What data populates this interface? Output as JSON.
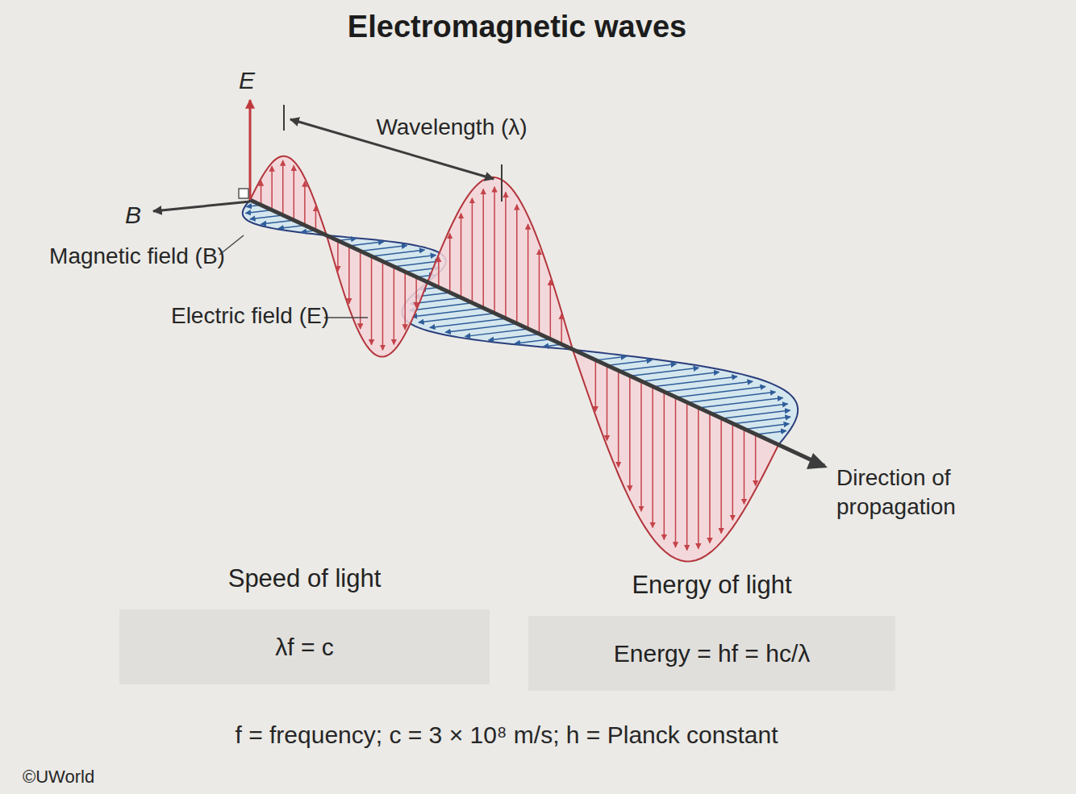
{
  "diagram": {
    "title": "Electromagnetic waves",
    "nodes": [
      {
        "text": [
          "Speed of light",
          "λf = c"
        ]
      },
      {
        "text": [
          "Energy of light",
          "Energy = hf = hc/λ"
        ]
      }
    ],
    "labels": [
      "E",
      "B",
      "Wavelength (λ)",
      "Magnetic field (B)",
      "Electric field (E)",
      "Direction of propagation",
      "f = frequency; c = 3 × 10⁸ m/s; h = Planck constant",
      "©UWorld"
    ]
  }
}
